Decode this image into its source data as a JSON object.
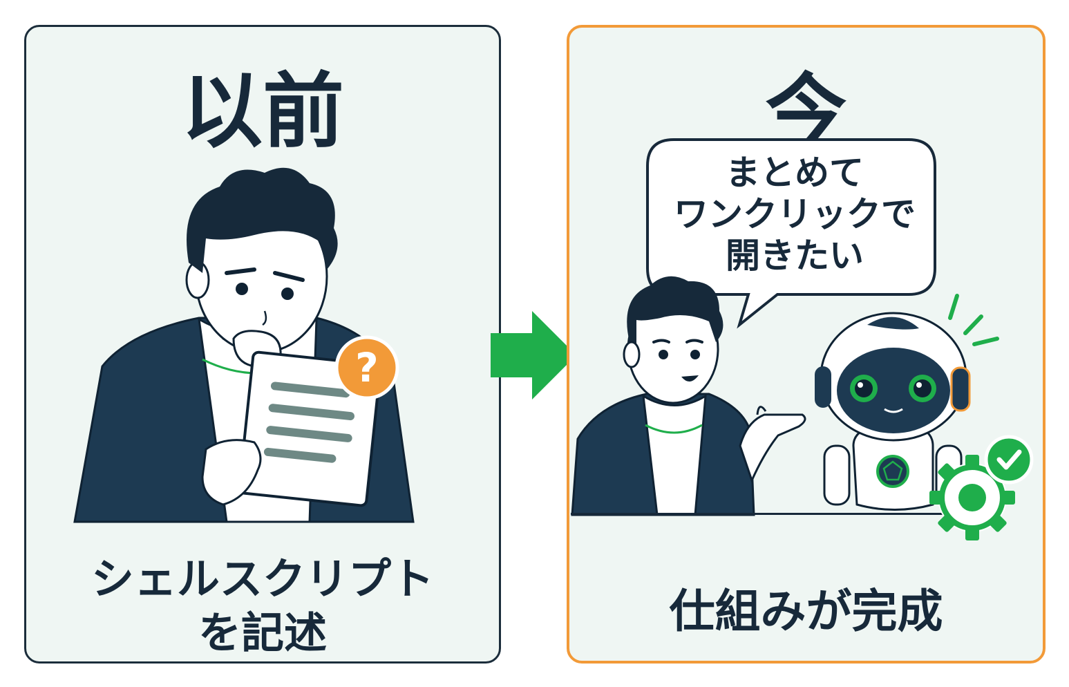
{
  "before": {
    "heading": "以前",
    "caption_lines": [
      "シェルスクリプト",
      "を記述"
    ],
    "badge_symbol": "?",
    "border_color": "#1b2d3b"
  },
  "now": {
    "heading": "今",
    "speech_lines": [
      "まとめて",
      "ワンクリックで",
      "開きたい"
    ],
    "caption": "仕組みが完成",
    "border_color": "#f29a38"
  },
  "colors": {
    "accent_green": "#1fae4b",
    "accent_orange": "#f29a38",
    "dark": "#1b3a52",
    "panel_bg": "#eff6f3"
  },
  "icons": [
    "question-badge-icon",
    "arrow-right-icon",
    "gear-icon",
    "check-badge-icon"
  ]
}
